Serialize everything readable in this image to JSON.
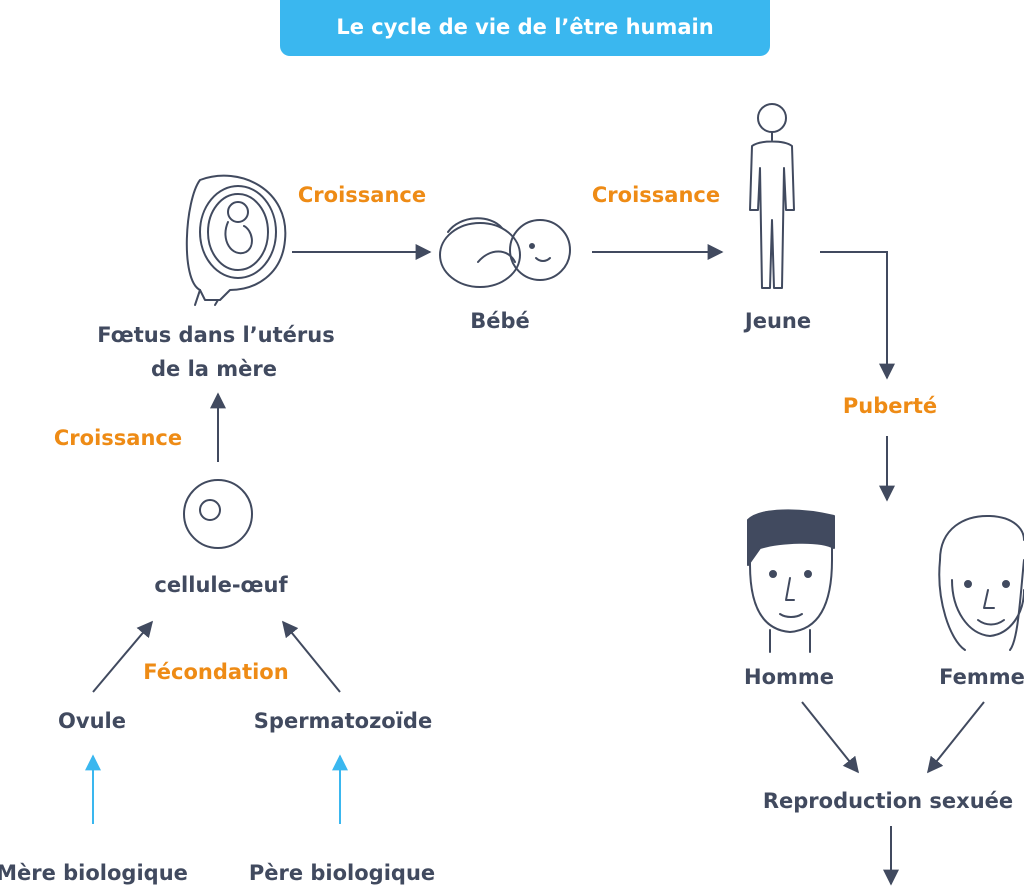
{
  "title": "Le cycle de vie de l’être humain",
  "nodes": {
    "foetus_line1": "Fœtus dans l’utérus",
    "foetus_line2": "de la mère",
    "bebe": "Bébé",
    "jeune": "Jeune",
    "cellule_oeuf": "cellule-œuf",
    "ovule": "Ovule",
    "spermatozoide": "Spermatozoïde",
    "homme": "Homme",
    "femme": "Femme",
    "reproduction": "Reproduction sexuée",
    "mere": "Mère biologique",
    "pere": "Père biologique"
  },
  "stages": {
    "croissance_1": "Croissance",
    "croissance_2": "Croissance",
    "croissance_3": "Croissance",
    "puberte": "Puberté",
    "fecondation": "Fécondation"
  },
  "colors": {
    "title_bg": "#3ab7ef",
    "text": "#414a5f",
    "stage": "#ee8b15",
    "blue_arrow": "#3ab7ef"
  }
}
